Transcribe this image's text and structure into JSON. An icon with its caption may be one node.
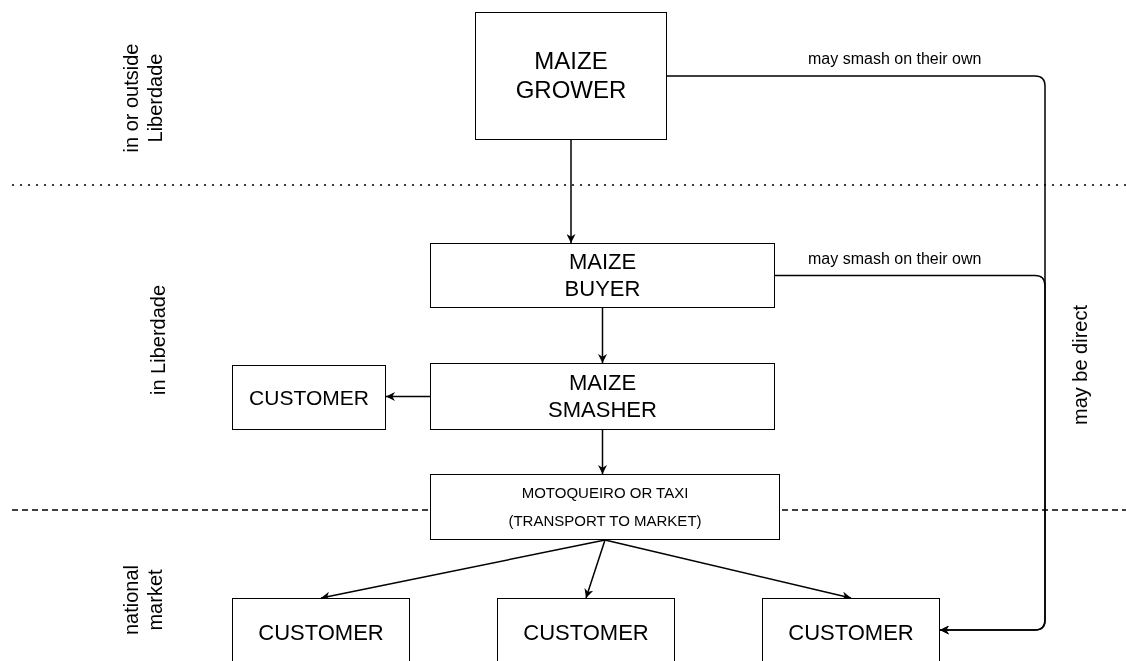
{
  "diagram": {
    "nodes": [
      {
        "text": [
          "MAIZE GROWER"
        ]
      },
      {
        "text": [
          "MAIZE BUYER"
        ]
      },
      {
        "text": [
          "CUSTOMER"
        ]
      },
      {
        "text": [
          "MAIZE SMASHER"
        ]
      },
      {
        "text": [
          "MOTOQUEIRO OR TAXI (TRANSPORT TO MARKET)"
        ]
      },
      {
        "text": [
          "CUSTOMER"
        ]
      },
      {
        "text": [
          "CUSTOMER"
        ]
      },
      {
        "text": [
          "CUSTOMER"
        ]
      }
    ],
    "edges": [
      {
        "from": 0,
        "to": 1,
        "arrow": "to"
      },
      {
        "from": 1,
        "to": 3,
        "arrow": "to"
      },
      {
        "from": 3,
        "to": 2,
        "arrow": "to"
      },
      {
        "from": 3,
        "to": 4,
        "arrow": "to"
      },
      {
        "from": 4,
        "to": 5,
        "arrow": "to"
      },
      {
        "from": 4,
        "to": 6,
        "arrow": "to"
      },
      {
        "from": 4,
        "to": 7,
        "arrow": "to"
      },
      {
        "from": 0,
        "to": 7,
        "arrow": "to",
        "label": "may smash on their own"
      },
      {
        "from": 1,
        "to": 7,
        "arrow": "to",
        "label": "may smash on their own"
      }
    ],
    "labels": [
      "in or outside Liberdade",
      "in Liberdade",
      "national market",
      "may be direct"
    ]
  }
}
